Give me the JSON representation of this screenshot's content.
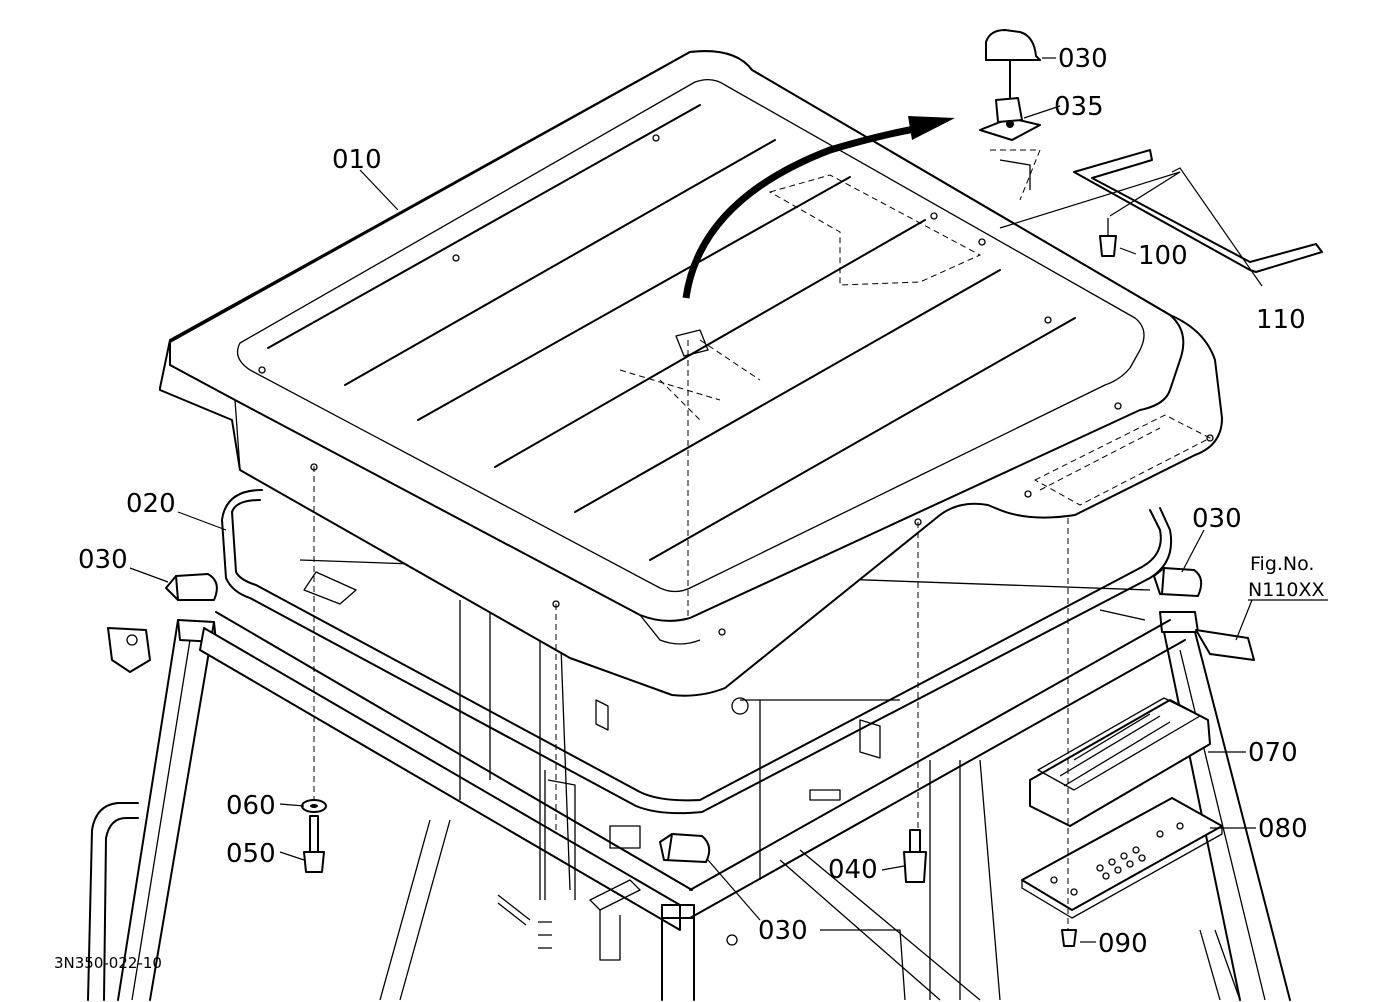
{
  "diagram": {
    "figure_code": "3N350-022-10",
    "fig_no_label": "Fig.No.",
    "fig_no_value": "N110XX",
    "part_labels": {
      "p010": "010",
      "p020": "020",
      "p030_top": "030",
      "p030_left": "030",
      "p030_right": "030",
      "p030_bottom": "030",
      "p035": "035",
      "p040": "040",
      "p050": "050",
      "p060": "060",
      "p070": "070",
      "p080": "080",
      "p090": "090",
      "p100": "100",
      "p110": "110"
    }
  }
}
